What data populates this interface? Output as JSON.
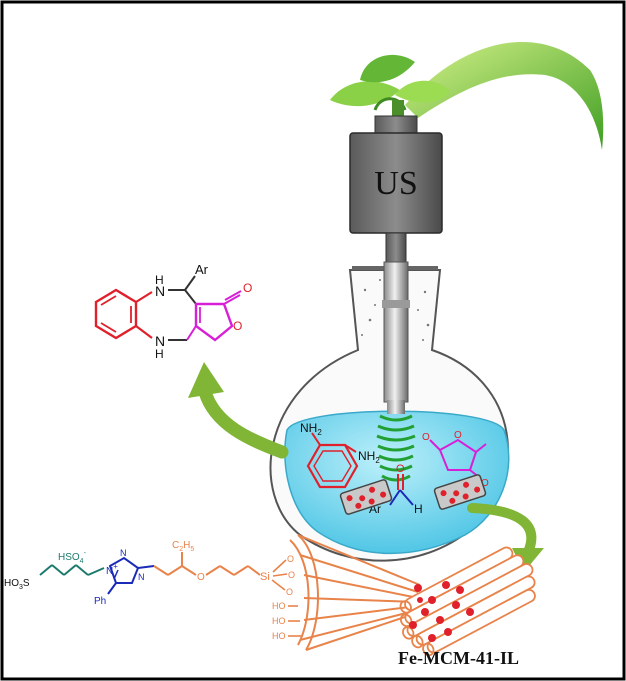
{
  "device": {
    "label": "US"
  },
  "product": {
    "substituent": "Ar",
    "nh_top": "H",
    "n_top": "N",
    "nh_bottom": "H",
    "n_bottom": "N",
    "ring_o": "O",
    "carbonyl_o": "O"
  },
  "reactants": {
    "diamine": {
      "nh2_a": "NH",
      "nh2_a_sub": "2",
      "nh2_b": "NH",
      "nh2_b_sub": "2"
    },
    "aldehyde": {
      "ar": "Ar",
      "o": "O",
      "h": "H"
    },
    "tetronic": {
      "o1": "O",
      "o2": "O",
      "o3": "O"
    }
  },
  "catalyst": {
    "name": "Fe-MCM-41-IL",
    "hso4": "HSO",
    "hso4_sub": "4",
    "hso4_sup": "-",
    "so3h_main": "HO",
    "so3h_sub": "3",
    "so3h_s": "S",
    "n_plus": "N",
    "plus": "+",
    "n2": "N",
    "n3": "N",
    "ph": "Ph",
    "c2h5_c": "C",
    "c2h5_sub": "2",
    "c2h5_h": "H",
    "c2h5_sub2": "5",
    "ether_o": "O",
    "si": "Si",
    "o_a": "O",
    "o_b": "O",
    "o_c": "O",
    "ho_a": "HO",
    "ho_b": "HO",
    "ho_c": "HO"
  },
  "colors": {
    "border": "#000000",
    "leaf": "#7cc83a",
    "device": "#707070",
    "liquid": "#6fd6ee",
    "arrow": "#80b535",
    "product_benzene": "#e0202a",
    "product_lactone": "#d81fd8",
    "catalyst_orange": "#e8834a",
    "triazole_blue": "#1a2bb8",
    "sulfonate_teal": "#1c7b6e"
  }
}
